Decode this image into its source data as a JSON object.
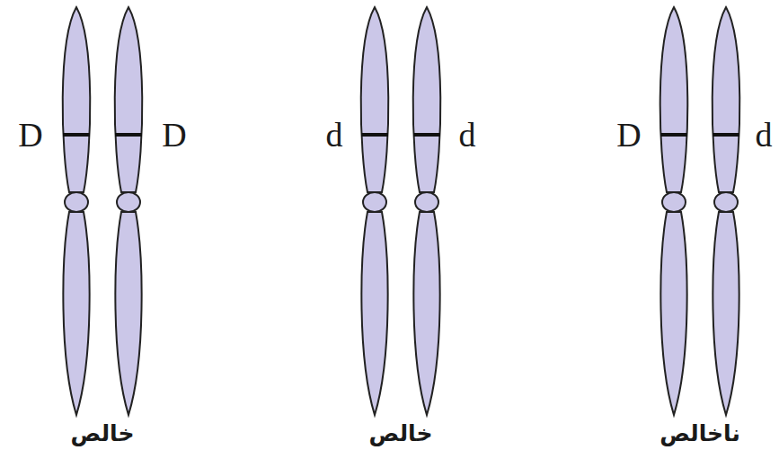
{
  "diagram": {
    "labels": [
      "D",
      "D",
      "خالص",
      "d",
      "d",
      "خالص",
      "D",
      "d",
      "ناخالص"
    ]
  }
}
